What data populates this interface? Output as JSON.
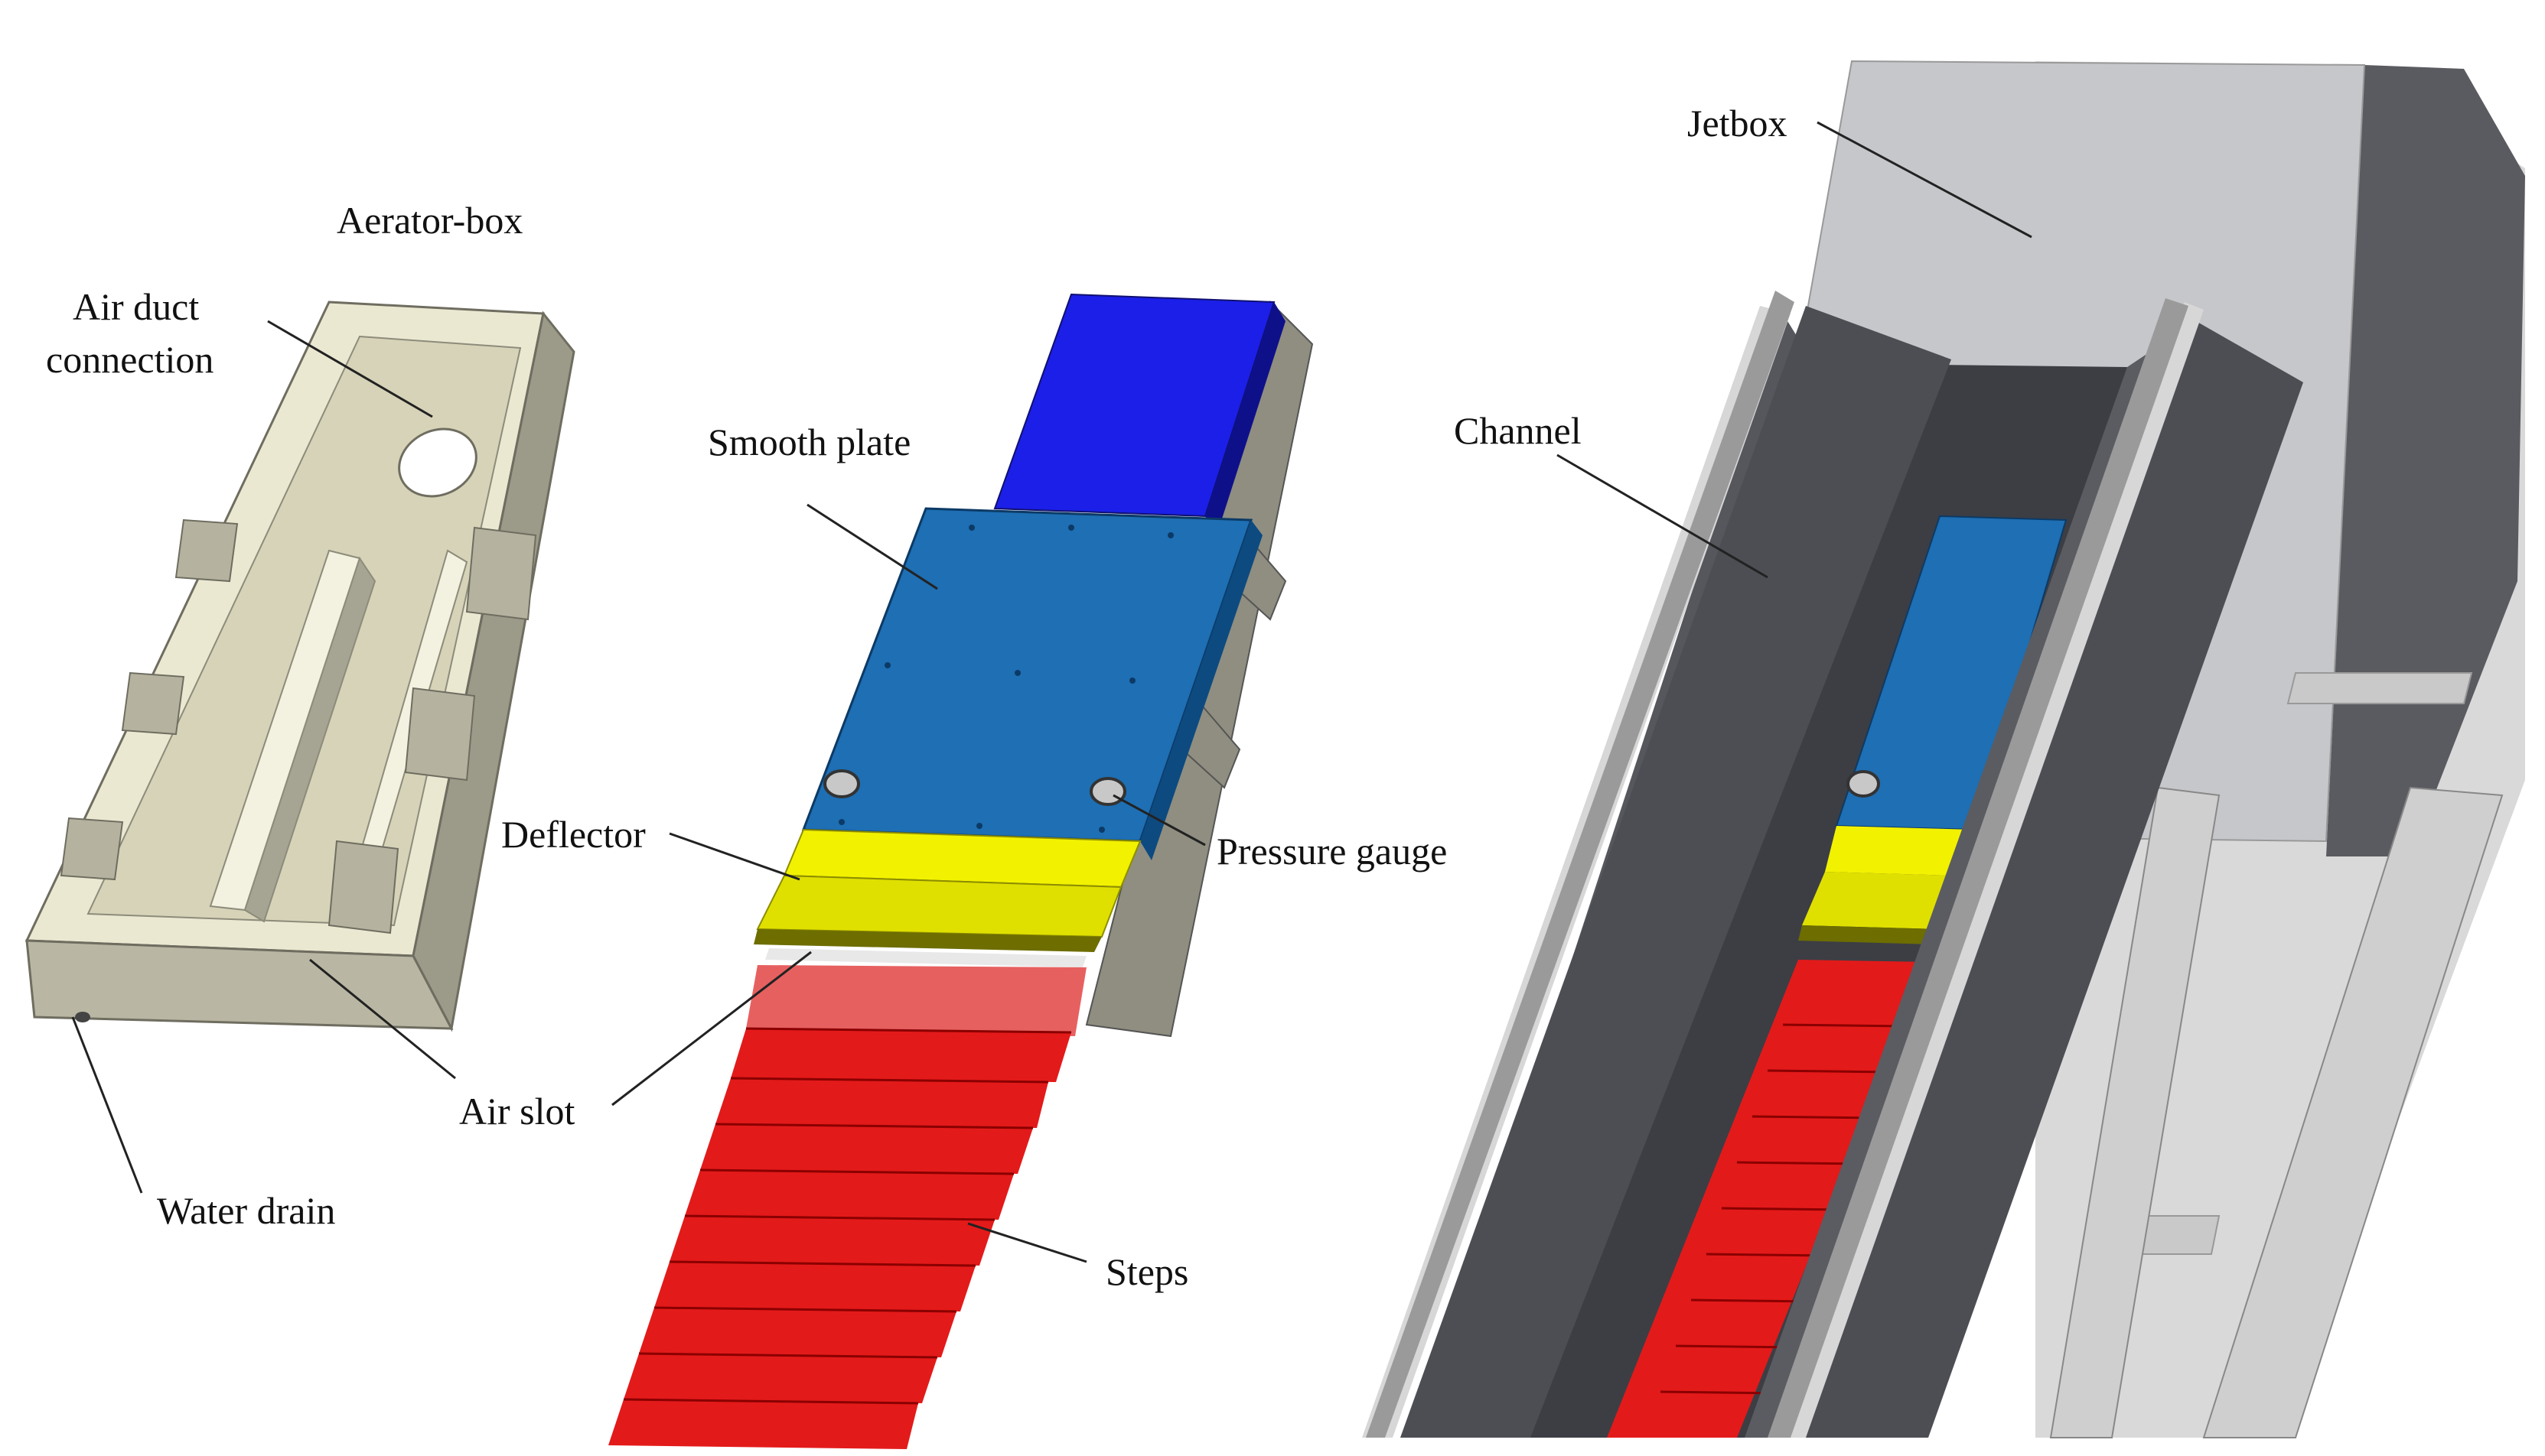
{
  "labels": {
    "aerator_box": "Aerator-box",
    "air_duct_line1": "Air duct",
    "air_duct_line2": "connection",
    "water_drain": "Water drain",
    "air_slot": "Air slot",
    "smooth_plate": "Smooth plate",
    "deflector": "Deflector",
    "pressure_gauge": "Pressure gauge",
    "steps": "Steps",
    "jetbox": "Jetbox",
    "channel": "Channel"
  },
  "colors": {
    "aerator_body": "#ebe8d2",
    "aerator_side": "#9c9a88",
    "jet_top": "#1b1fe8",
    "plate_blue": "#1e6fb4",
    "deflector_yellow": "#f2f200",
    "steps_red": "#e31a1a",
    "channel_wall": "#4c4e54",
    "jetbox_grey": "#c6c7cb",
    "rail_grey": "#d9d9d9"
  }
}
